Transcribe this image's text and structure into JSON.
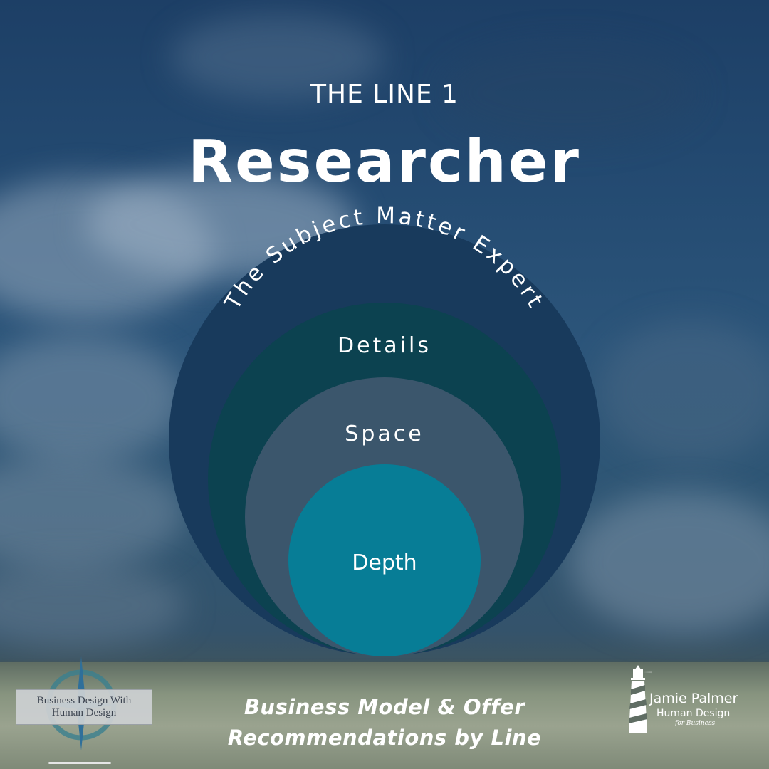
{
  "header": {
    "subtitle": "THE LINE 1",
    "title": "Researcher"
  },
  "diagram": {
    "rings": [
      {
        "label": "The Subject Matter Expert",
        "color": "#183a5c"
      },
      {
        "label": "Details",
        "color": "#0c4250"
      },
      {
        "label": "Space",
        "color": "#3b566c"
      },
      {
        "label": "Depth",
        "color": "#077d96"
      }
    ]
  },
  "footer": {
    "line1": "Business Model & Offer",
    "line2": "Recommendations by Line"
  },
  "logos": {
    "left": {
      "line1": "Business Design With",
      "line2": "Human Design",
      "icon": "compass-icon"
    },
    "right": {
      "name": "Jamie Palmer",
      "sub": "Human Design",
      "tag": "for Business",
      "icon": "lighthouse-icon"
    }
  }
}
